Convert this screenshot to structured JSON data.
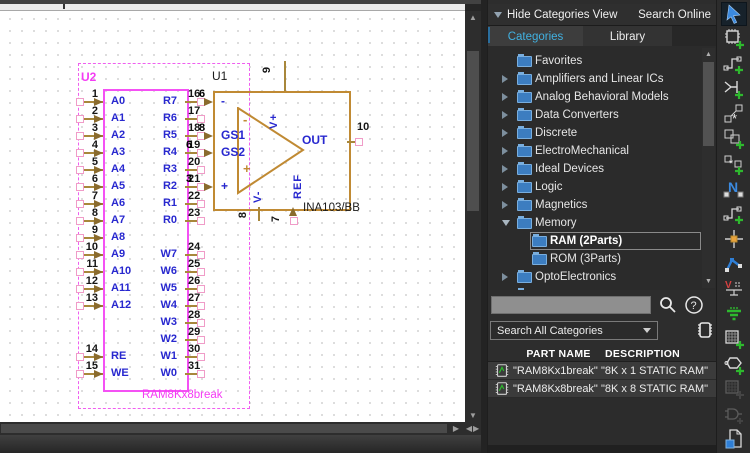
{
  "panel": {
    "header": {
      "title": "Hide Categories View",
      "action": "Search Online"
    },
    "tabs": [
      {
        "label": "Categories",
        "active": true
      },
      {
        "label": "Library",
        "active": false
      }
    ],
    "tree": [
      {
        "label": "Favorites",
        "arrow": "none",
        "level": 0
      },
      {
        "label": "Amplifiers and Linear ICs",
        "arrow": "right",
        "level": 0
      },
      {
        "label": "Analog Behavioral Models",
        "arrow": "right",
        "level": 0
      },
      {
        "label": "Data Converters",
        "arrow": "right",
        "level": 0
      },
      {
        "label": "Discrete",
        "arrow": "right",
        "level": 0
      },
      {
        "label": "ElectroMechanical",
        "arrow": "right",
        "level": 0
      },
      {
        "label": "Ideal Devices",
        "arrow": "right",
        "level": 0
      },
      {
        "label": "Logic",
        "arrow": "right",
        "level": 0
      },
      {
        "label": "Magnetics",
        "arrow": "right",
        "level": 0
      },
      {
        "label": "Memory",
        "arrow": "down",
        "level": 0
      },
      {
        "label": "RAM (2Parts)",
        "arrow": "none",
        "level": 1,
        "selected": true
      },
      {
        "label": "ROM (3Parts)",
        "arrow": "none",
        "level": 1
      },
      {
        "label": "OptoElectronics",
        "arrow": "right",
        "level": 0
      },
      {
        "label": "",
        "arrow": "right",
        "level": 0
      }
    ],
    "search": {
      "value": ""
    },
    "dropdown": {
      "value": "Search All Categories"
    },
    "table": {
      "columns": [
        "PART NAME",
        "DESCRIPTION"
      ],
      "rows": [
        {
          "part": "\"RAM8Kx1break\"",
          "desc": "\"8K x 1 STATIC RAM\""
        },
        {
          "part": "\"RAM8Kx8break\"",
          "desc": "\"8K x 8 STATIC RAM\""
        }
      ]
    }
  },
  "schematic": {
    "colors": {
      "label_blue": "#2828cf",
      "magenta": "#f451f4",
      "opamp_orange": "#c08a33",
      "wire": "#a8873b",
      "terminal_pink": "#f09cc8"
    },
    "u2": {
      "ref": "U2",
      "part_label": "RAM8Kx8break",
      "left_pins": [
        {
          "slot": 0,
          "num": "1",
          "label": "A0"
        },
        {
          "slot": 1,
          "num": "2",
          "label": "A1"
        },
        {
          "slot": 2,
          "num": "3",
          "label": "A2"
        },
        {
          "slot": 3,
          "num": "4",
          "label": "A3"
        },
        {
          "slot": 4,
          "num": "5",
          "label": "A4"
        },
        {
          "slot": 5,
          "num": "6",
          "label": "A5"
        },
        {
          "slot": 6,
          "num": "7",
          "label": "A6"
        },
        {
          "slot": 7,
          "num": "8",
          "label": "A7"
        },
        {
          "slot": 8,
          "num": "9",
          "label": "A8"
        },
        {
          "slot": 9,
          "num": "10",
          "label": "A9"
        },
        {
          "slot": 10,
          "num": "11",
          "label": "A10"
        },
        {
          "slot": 11,
          "num": "12",
          "label": "A11"
        },
        {
          "slot": 12,
          "num": "13",
          "label": "A12"
        },
        {
          "slot": 15,
          "num": "14",
          "label": "RE"
        },
        {
          "slot": 16,
          "num": "15",
          "label": "WE"
        }
      ],
      "right_pins": [
        {
          "slot": 0,
          "num": "16",
          "label": "R7"
        },
        {
          "slot": 1,
          "num": "17",
          "label": "R6"
        },
        {
          "slot": 2,
          "num": "18",
          "label": "R5"
        },
        {
          "slot": 3,
          "num": "19",
          "label": "R4"
        },
        {
          "slot": 4,
          "num": "20",
          "label": "R3"
        },
        {
          "slot": 5,
          "num": "21",
          "label": "R2"
        },
        {
          "slot": 6,
          "num": "22",
          "label": "R1"
        },
        {
          "slot": 7,
          "num": "23",
          "label": "R0"
        },
        {
          "slot": 9,
          "num": "24",
          "label": "W7"
        },
        {
          "slot": 10,
          "num": "25",
          "label": "W6"
        },
        {
          "slot": 11,
          "num": "26",
          "label": "W5"
        },
        {
          "slot": 12,
          "num": "27",
          "label": "W4"
        },
        {
          "slot": 13,
          "num": "28",
          "label": "W3"
        },
        {
          "slot": 14,
          "num": "29",
          "label": "W2"
        },
        {
          "slot": 15,
          "num": "30",
          "label": "W1"
        },
        {
          "slot": 16,
          "num": "31",
          "label": "W0"
        }
      ]
    },
    "u1": {
      "ref": "U1",
      "part_label": "INA103/BB",
      "left_pins": [
        {
          "slot": 0,
          "label": "-"
        },
        {
          "slot": 2,
          "label": "GS1"
        },
        {
          "slot": 3,
          "label": "GS2"
        },
        {
          "slot": 5,
          "label": "+"
        }
      ],
      "overlay_digits": [
        {
          "slot": 0,
          "digit": "6",
          "side": "after"
        },
        {
          "slot": 2,
          "digit": "8",
          "side": "after"
        },
        {
          "slot": 3,
          "digit": "6",
          "side": "over"
        },
        {
          "slot": 5,
          "digit": "3",
          "side": "over"
        }
      ],
      "top_pin": {
        "num": "9",
        "label": "V+"
      },
      "vminus_pin": {
        "num": "8",
        "label": "V-"
      },
      "ref_pin": {
        "num": "7",
        "label": "REF"
      },
      "out_pin": {
        "num": "10",
        "label": "OUT"
      },
      "tri_minus": "-",
      "tri_plus": "+"
    }
  },
  "toolbar": {
    "items": [
      {
        "name": "select-tool-button",
        "icon": "cursor",
        "active": true
      },
      {
        "name": "add-component-button",
        "icon": "chip_plus"
      },
      {
        "name": "add-wire-button",
        "icon": "wire_plus"
      },
      {
        "name": "add-input-pin-button",
        "icon": "pin_plus"
      },
      {
        "name": "open-macro-button",
        "icon": "macro"
      },
      {
        "name": "add-macro-button",
        "icon": "chips_plus"
      },
      {
        "name": "new-macro-wizard-button",
        "icon": "macro_plus"
      },
      {
        "name": "netlist-tool-button",
        "icon": "netlist"
      },
      {
        "name": "add-io-wire-button",
        "icon": "wire_plus"
      },
      {
        "name": "add-junction-button",
        "icon": "junction"
      },
      {
        "name": "draw-wire-segment-button",
        "icon": "bend"
      },
      {
        "name": "add-voltage-meter-button",
        "icon": "vmeter"
      },
      {
        "name": "add-ground-button",
        "icon": "ground"
      },
      {
        "name": "add-grid-component-button",
        "icon": "grid_plus"
      },
      {
        "name": "add-shape-button",
        "icon": "hex_plus"
      },
      {
        "name": "grid-tool-disabled-button",
        "icon": "grid_dis"
      },
      {
        "name": "gate-tool-disabled-button",
        "icon": "gate_dis"
      },
      {
        "name": "export-page-button",
        "icon": "page"
      }
    ]
  }
}
